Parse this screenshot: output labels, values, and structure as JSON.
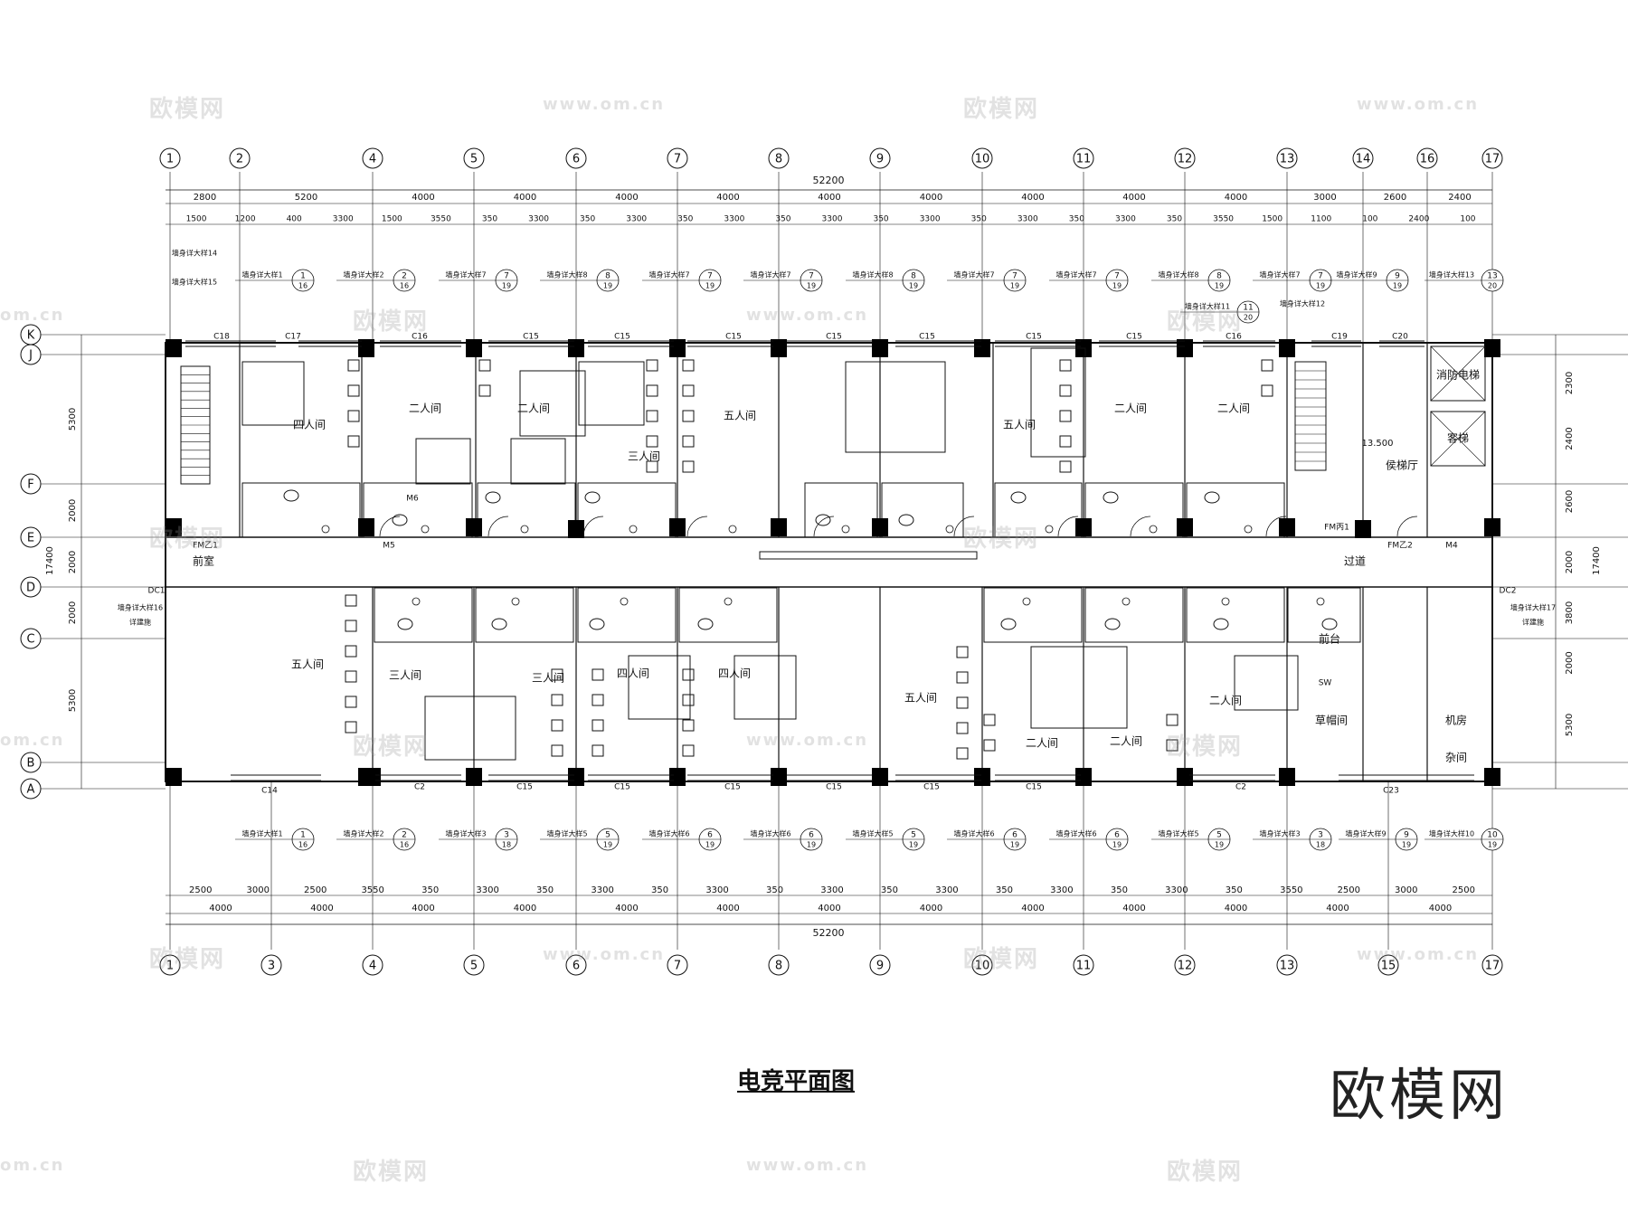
{
  "title": "电竞平面图",
  "logo": "欧模网",
  "watermarks": {
    "brand": "欧模网",
    "site": "www.om.cn",
    "site_short": "om.cn"
  },
  "top_axes": [
    "1",
    "2",
    "4",
    "5",
    "6",
    "7",
    "8",
    "9",
    "10",
    "11",
    "12",
    "13",
    "14",
    "16",
    "17"
  ],
  "bottom_axes": [
    "1",
    "3",
    "4",
    "5",
    "6",
    "7",
    "8",
    "9",
    "10",
    "11",
    "12",
    "13",
    "15",
    "17"
  ],
  "left_axes": [
    "K",
    "J",
    "F",
    "E",
    "D",
    "C",
    "B",
    "A"
  ],
  "total_width": "52200",
  "top_dims_row1": [
    "2800",
    "5200",
    "4000",
    "4000",
    "4000",
    "4000",
    "4000",
    "4000",
    "4000",
    "4000",
    "4000",
    "3000",
    "2600",
    "2400"
  ],
  "top_dims_row2": [
    "1500",
    "1200",
    "400",
    "3300",
    "1500",
    "3550",
    "350",
    "3300",
    "350",
    "3300",
    "350",
    "3300",
    "350",
    "3300",
    "350",
    "3300",
    "350",
    "3300",
    "350",
    "3300",
    "350",
    "3550",
    "1500",
    "1100",
    "100",
    "2400",
    "100"
  ],
  "bottom_dims_row1": [
    "2500",
    "3000",
    "2500",
    "3550",
    "350",
    "3300",
    "350",
    "3300",
    "350",
    "3300",
    "350",
    "3300",
    "350",
    "3300",
    "350",
    "3300",
    "350",
    "3300",
    "350",
    "3550",
    "2500",
    "3000",
    "2500"
  ],
  "bottom_dims_row2": [
    "4000",
    "4000",
    "4000",
    "4000",
    "4000",
    "4000",
    "4000",
    "4000",
    "4000",
    "4000",
    "4000",
    "4000",
    "4000"
  ],
  "left_dims": [
    "5300",
    "2000",
    "2000",
    "2000",
    "5300"
  ],
  "left_total": "17400",
  "right_dims": [
    "2300",
    "2400",
    "2600",
    "2000",
    "3800",
    "2000",
    "5300"
  ],
  "right_total": "17400",
  "rooms_north": [
    {
      "label": "四人间"
    },
    {
      "label": "二人间"
    },
    {
      "label": "二人间"
    },
    {
      "label": "三人间"
    },
    {
      "label": "五人间"
    },
    {
      "label": "五人间"
    },
    {
      "label": "二人间"
    },
    {
      "label": "二人间"
    },
    {
      "label": "侯梯厅"
    },
    {
      "label": "消防电梯"
    },
    {
      "label": "客梯"
    }
  ],
  "rooms_south": [
    {
      "label": "前室"
    },
    {
      "label": "五人间"
    },
    {
      "label": "三人间"
    },
    {
      "label": "三人间"
    },
    {
      "label": "四人间"
    },
    {
      "label": "四人间"
    },
    {
      "label": "五人间"
    },
    {
      "label": "二人间"
    },
    {
      "label": "二人间"
    },
    {
      "label": "二人间"
    },
    {
      "label": "前台"
    },
    {
      "label": "过道"
    },
    {
      "label": "草帽间"
    },
    {
      "label": "机房"
    },
    {
      "label": "杂间"
    }
  ],
  "elevation_note": "13.500",
  "window_tags_top": [
    "C18",
    "C17",
    "C16",
    "C15",
    "C15",
    "C15",
    "C15",
    "C15",
    "C15",
    "C15",
    "C16",
    "C19",
    "C20"
  ],
  "window_tags_bottom": [
    "C14",
    "C2",
    "C15",
    "C15",
    "C15",
    "C15",
    "C15",
    "C15",
    "C2",
    "C23"
  ],
  "door_tags": [
    "FM乙1",
    "M5",
    "M6",
    "FM乙2",
    "FM丙1",
    "M4",
    "DC1",
    "DC2",
    "SW"
  ],
  "detail_refs_top": [
    "墙身详大样1",
    "墙身详大样2",
    "墙身详大样7",
    "墙身详大样8",
    "墙身详大样7",
    "墙身详大样7",
    "墙身详大样8",
    "墙身详大样7",
    "墙身详大样7",
    "墙身详大样8",
    "墙身详大样7",
    "墙身详大样11",
    "墙身详大样9",
    "墙身详大样13"
  ],
  "detail_refs_bottom": [
    "墙身详大样1",
    "墙身详大样2",
    "墙身详大样3",
    "墙身详大样5",
    "墙身详大样6",
    "墙身详大样6",
    "墙身详大样5",
    "墙身详大样6",
    "墙身详大样6",
    "墙身详大样5",
    "墙身详大样3",
    "墙身详大样9",
    "墙身详大样10"
  ],
  "detail_nums_top": [
    "1",
    "2",
    "7",
    "8",
    "7",
    "7",
    "8",
    "7",
    "7",
    "8",
    "7",
    "11",
    "9",
    "13"
  ],
  "detail_sheets_top": [
    "16",
    "16",
    "19",
    "19",
    "19",
    "19",
    "19",
    "19",
    "19",
    "19",
    "19",
    "20",
    "19",
    "20"
  ],
  "detail_nums_bottom": [
    "1",
    "2",
    "3",
    "5",
    "6",
    "6",
    "5",
    "6",
    "6",
    "5",
    "3",
    "9",
    "10"
  ],
  "detail_sheets_bottom": [
    "16",
    "16",
    "18",
    "19",
    "19",
    "19",
    "19",
    "19",
    "19",
    "19",
    "18",
    "19",
    "19"
  ],
  "left_detail_refs": [
    "墙身详大样14",
    "墙身详大样15",
    "墙身详大样16",
    "详建施"
  ],
  "right_detail_refs": [
    "墙身详大样12",
    "墙身详大样17",
    "详建施"
  ]
}
